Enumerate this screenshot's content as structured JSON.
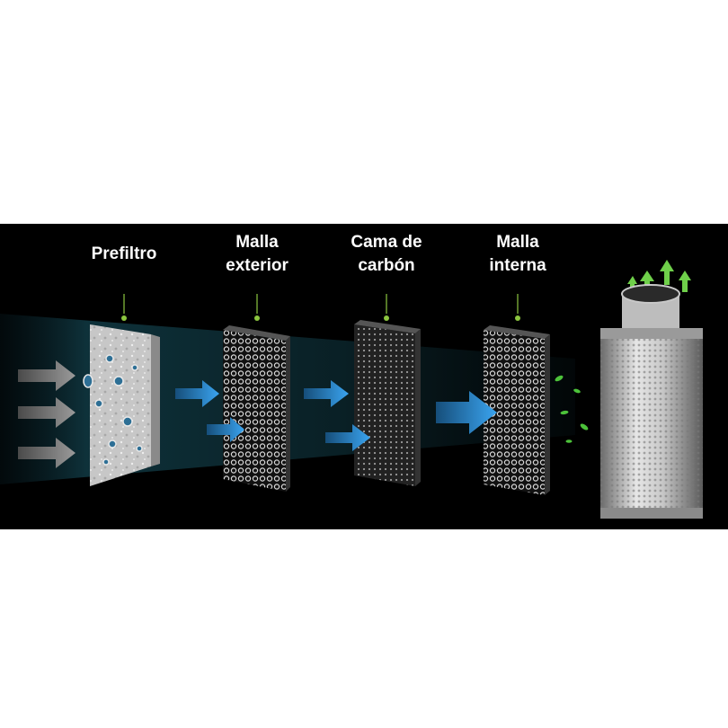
{
  "layers": [
    {
      "id": "prefiltro",
      "lines": [
        "Prefiltro"
      ]
    },
    {
      "id": "malla-exterior",
      "lines": [
        "Malla",
        "exterior"
      ]
    },
    {
      "id": "cama-carbon",
      "lines": [
        "Cama de",
        "carbón"
      ]
    },
    {
      "id": "malla-interna",
      "lines": [
        "Malla",
        "interna"
      ]
    }
  ],
  "colors": {
    "background": "#000000",
    "accent_green": "#8cc63f",
    "arrow_gray": "#8a8a8a",
    "arrow_blue": "#2f8fe0",
    "leaf_green": "#4cc23a"
  },
  "icons": [
    "gray-arrow-icon",
    "blue-arrow-icon",
    "leaf-icon",
    "up-arrow-icon",
    "carbon-filter-icon"
  ]
}
